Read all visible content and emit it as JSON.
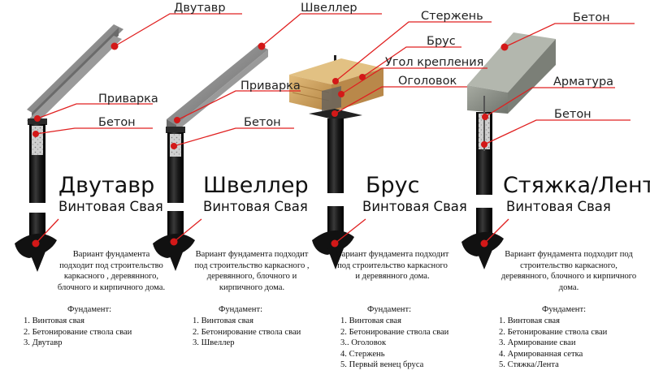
{
  "colors": {
    "leader_line": "#e02020",
    "marker_dot": "#d31818",
    "pile": "#0f0f0f",
    "steel": "#7c7c7c",
    "wood": "#c89b55",
    "concrete": "#8a8e86"
  },
  "columns": [
    {
      "title": "Двутавр",
      "subtitle": "Винтовая Свая",
      "labels": [
        "Двутавр",
        "Приварка",
        "Бетон"
      ],
      "description": "Вариант фундамента подходит под строительство каркасного , деревянного, блочного и кирпичного дома.",
      "foundation_heading": "Фундамент:",
      "foundation_items": [
        "1. Винтовая свая",
        "2. Бетонирование ствола сваи",
        "3. Двутавр"
      ]
    },
    {
      "title": "Швеллер",
      "subtitle": "Винтовая Свая",
      "labels": [
        "Швеллер",
        "Приварка",
        "Бетон"
      ],
      "description": "Вариант фундамента подходит под строительство каркасного , деревянного, блочного и кирпичного дома.",
      "foundation_heading": "Фундамент:",
      "foundation_items": [
        "1. Винтовая свая",
        "2. Бетонирование ствола сваи",
        "3. Швеллер"
      ]
    },
    {
      "title": "Брус",
      "subtitle": "Винтовая Свая",
      "labels": [
        "Стержень",
        "Брус",
        "Угол крепления",
        "Оголовок"
      ],
      "description": "Вариант фундамента подходит под строительство каркасного и деревянного дома.",
      "foundation_heading": "Фундамент:",
      "foundation_items": [
        "1. Винтовая свая",
        "2. Бетонирование ствола сваи",
        "3.. Оголовок",
        "4. Стержень",
        "5. Первый венец бруса"
      ]
    },
    {
      "title": "Стяжка/Лента",
      "subtitle": "Винтовая Свая",
      "labels": [
        "Бетон",
        "Арматура",
        "Бетон"
      ],
      "description": "Вариант фундамента подходит под строительство каркасного, деревянного, блочного и кирпичного дома.",
      "foundation_heading": "Фундамент:",
      "foundation_items": [
        "1. Винтовая свая",
        "2. Бетонирование ствола сваи",
        "3. Армирование сваи",
        "4. Армированная сетка",
        "5. Стяжка/Лента"
      ]
    }
  ]
}
